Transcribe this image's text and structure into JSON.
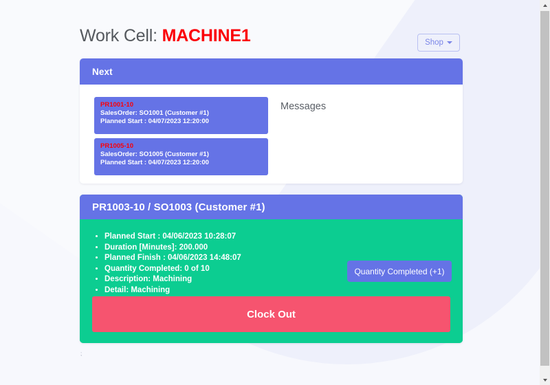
{
  "header": {
    "title_prefix": "Work Cell: ",
    "machine": "MACHINE1",
    "shop_button_label": "Shop"
  },
  "next_panel": {
    "header_label": "Next",
    "messages_label": "Messages",
    "jobs": [
      {
        "job_id": "PR1001-10",
        "sales_order": "SalesOrder: SO1001 (Customer #1)",
        "planned_start": "Planned Start : 04/07/2023 12:20:00"
      },
      {
        "job_id": "PR1005-10",
        "sales_order": "SalesOrder: SO1005 (Customer #1)",
        "planned_start": "Planned Start : 04/07/2023 12:20:00"
      }
    ]
  },
  "work_order": {
    "header_label": "PR1003-10 / SO1003 (Customer #1)",
    "details": [
      "Planned Start : 04/06/2023 10:28:07",
      "Duration [Minutes]: 200.000",
      "Planned Finish : 04/06/2023 14:48:07",
      "Quantity Completed: 0 of 10",
      "Description: Machining",
      "Detail: Machining"
    ],
    "qty_button_label": "Quantity Completed (+1)",
    "clock_out_label": "Clock Out"
  },
  "footer": {
    "stray_text": ";"
  },
  "colors": {
    "indigo": "#6573e6",
    "green": "#0ccd91",
    "pink": "#f6546f",
    "red": "#fb0007",
    "page_bg": "#f7f8fd",
    "title_gray": "#55595e"
  }
}
